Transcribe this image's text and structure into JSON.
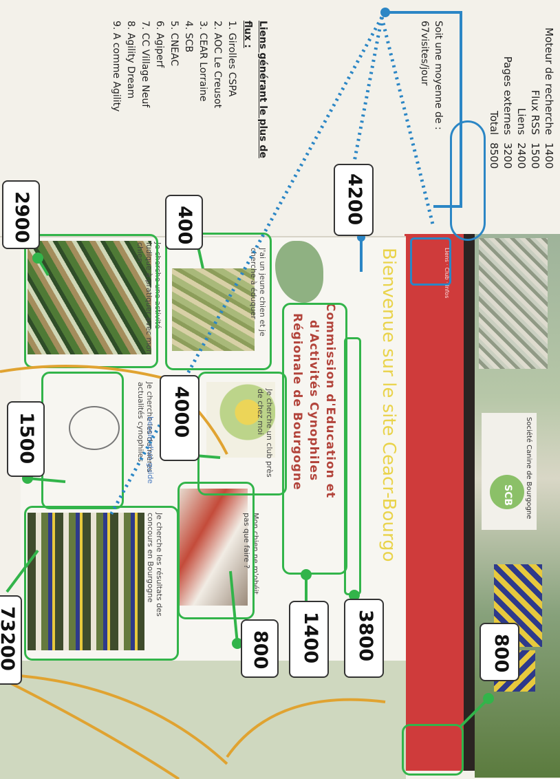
{
  "stats": {
    "rows": [
      {
        "label": "Moteur de recherche",
        "value": "1400"
      },
      {
        "label": "Flux RSS",
        "value": "1500"
      },
      {
        "label": "Liens",
        "value": "2400"
      },
      {
        "label": "Pages externes",
        "value": "3200"
      },
      {
        "label": "Total",
        "value": "8500"
      }
    ],
    "average_line1": "Soit une moyenne de :",
    "average_line2": "67visites/jour"
  },
  "links": {
    "title_line1": "Liens générant le plus de",
    "title_line2": "flux :",
    "items": [
      "1. Girolles CSPA",
      "2. AOC Le Creusot",
      "3. CEAR Lorraine",
      "4. SCB",
      "5. CNEAC",
      "6. Agiperf",
      "7. CC Village Neuf",
      "8. Agility Dream",
      "9. A comme Agility"
    ]
  },
  "site": {
    "welcome": "Bienvenue sur le site Ceacr-Bourgo",
    "commission_line1": "Commission d'Education et",
    "commission_line2": "d'Activités Cynophiles",
    "commission_line3": "Régionale de Bourgogne",
    "logo_text": "Société Canine de Bourgogne",
    "logo_badge": "SCB",
    "card_text_1": "J'ai un jeune chien et je cherche à éduquer",
    "card_text_2": "Je cherche un club près de chez moi",
    "card_text_3": "Je cherche une activité ludique à pratiquer avec mon chien",
    "card_text_4": "Mon chien ne m'obéit pas que faire ?",
    "card_text_5": "Je cherche les dernières actualités cynophiles",
    "card_text_6": "Je cherche les résultats des concours en Bourgogne",
    "guide_text": "besoin d'un guide"
  },
  "callouts": [
    "4200",
    "400",
    "2900",
    "4000",
    "1500",
    "3800",
    "1400",
    "800",
    "800",
    "73200"
  ],
  "colors": {
    "annotation_green": "#32b44a",
    "annotation_blue": "#2b86c5",
    "annotation_orange": "#e0a331",
    "menu_red": "#cf3b3b",
    "title_yellow": "#e9d34a",
    "title_red": "#b2433a"
  }
}
